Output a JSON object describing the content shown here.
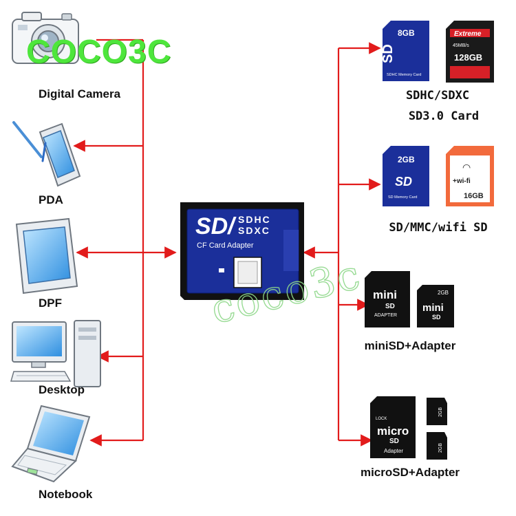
{
  "brand": "COCO3C",
  "watermark": "coco3c",
  "colors": {
    "connector": "#e21b1b",
    "card_blue": "#1b2f9a",
    "brand_green": "#4ee63c"
  },
  "adapter": {
    "line1": "SD/",
    "line2a": "SDHC",
    "line2b": "SDXC",
    "subtitle": "CF Card Adapter"
  },
  "devices": [
    {
      "label": "Digital Camera",
      "icon": "camera-icon"
    },
    {
      "label": "PDA",
      "icon": "pda-icon"
    },
    {
      "label": "DPF",
      "icon": "photo-frame-icon"
    },
    {
      "label": "Desktop",
      "icon": "desktop-computer-icon"
    },
    {
      "label": "Notebook",
      "icon": "laptop-icon"
    }
  ],
  "cards": [
    {
      "label_line1": "SDHC/SDXC",
      "label_line2": "SD3.0 Card",
      "card_a": {
        "capacity": "8GB",
        "type": "SDHC Memory Card"
      },
      "card_b": {
        "brand": "Extreme",
        "speed": "45MB/s",
        "capacity": "128GB"
      }
    },
    {
      "label_line1": "SD/MMC/wifi SD",
      "card_a": {
        "capacity": "2GB",
        "type": "SD Memory Card"
      },
      "card_b": {
        "wifi": "+wi-fi",
        "capacity": "16GB"
      }
    },
    {
      "label_line1": "miniSD+Adapter",
      "card_a": {
        "brand": "mini",
        "caption": "ADAPTER"
      },
      "card_b": {
        "brand": "mini",
        "capacity": "2GB"
      }
    },
    {
      "label_line1": "microSD+Adapter",
      "card_a": {
        "brand": "micro",
        "caption": "Adapter",
        "lock": "LOCK"
      },
      "card_b": {
        "capacity": "2GB"
      }
    }
  ]
}
